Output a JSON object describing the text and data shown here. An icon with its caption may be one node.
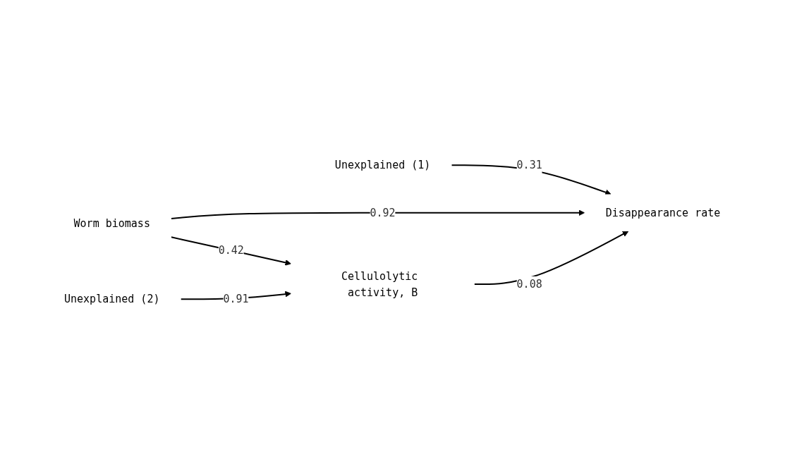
{
  "diagram": {
    "nodes": [
      {
        "text": [
          "Unexplained (1)"
        ]
      },
      {
        "text": [
          "Worm biomass"
        ]
      },
      {
        "text": [
          "Disappearance rate"
        ]
      },
      {
        "text": [
          "Cellulolytic activity, B"
        ]
      },
      {
        "text": [
          "Unexplained (2)"
        ]
      }
    ],
    "edges": [
      {
        "from": 0,
        "to": 2,
        "arrow": "to",
        "label": "0.31"
      },
      {
        "from": 1,
        "to": 2,
        "arrow": "to",
        "label": "0.92"
      },
      {
        "from": 1,
        "to": 3,
        "arrow": "to",
        "label": "0.42"
      },
      {
        "from": 3,
        "to": 2,
        "arrow": "to",
        "label": "0.08"
      },
      {
        "from": 4,
        "to": 3,
        "arrow": "to",
        "label": "0.91"
      }
    ]
  }
}
